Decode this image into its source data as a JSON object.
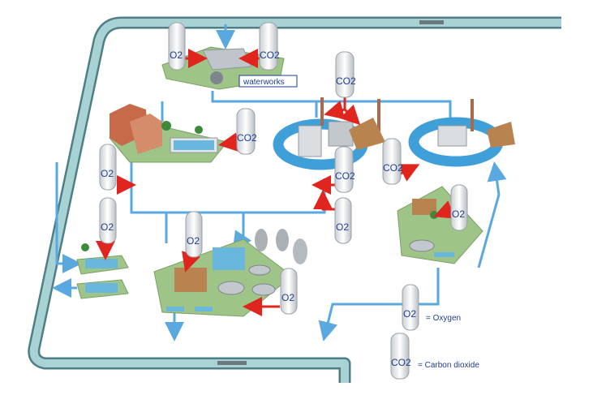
{
  "labels": {
    "waterworks": "waterworks"
  },
  "tank_labels": {
    "o2": "O2",
    "co2": "CO2"
  },
  "legend": {
    "oxygen": "= Oxygen",
    "carbon_dioxide": "= Carbon dioxide"
  },
  "colors": {
    "river": "#9fc9cc",
    "river_edge": "#4f7f86",
    "pipe": "#5aa8e0",
    "feed_arrow": "#e0251f",
    "ground": "#9fc487",
    "basin_water": "#6ab7dd",
    "tank_text": "#1f3e8c"
  }
}
